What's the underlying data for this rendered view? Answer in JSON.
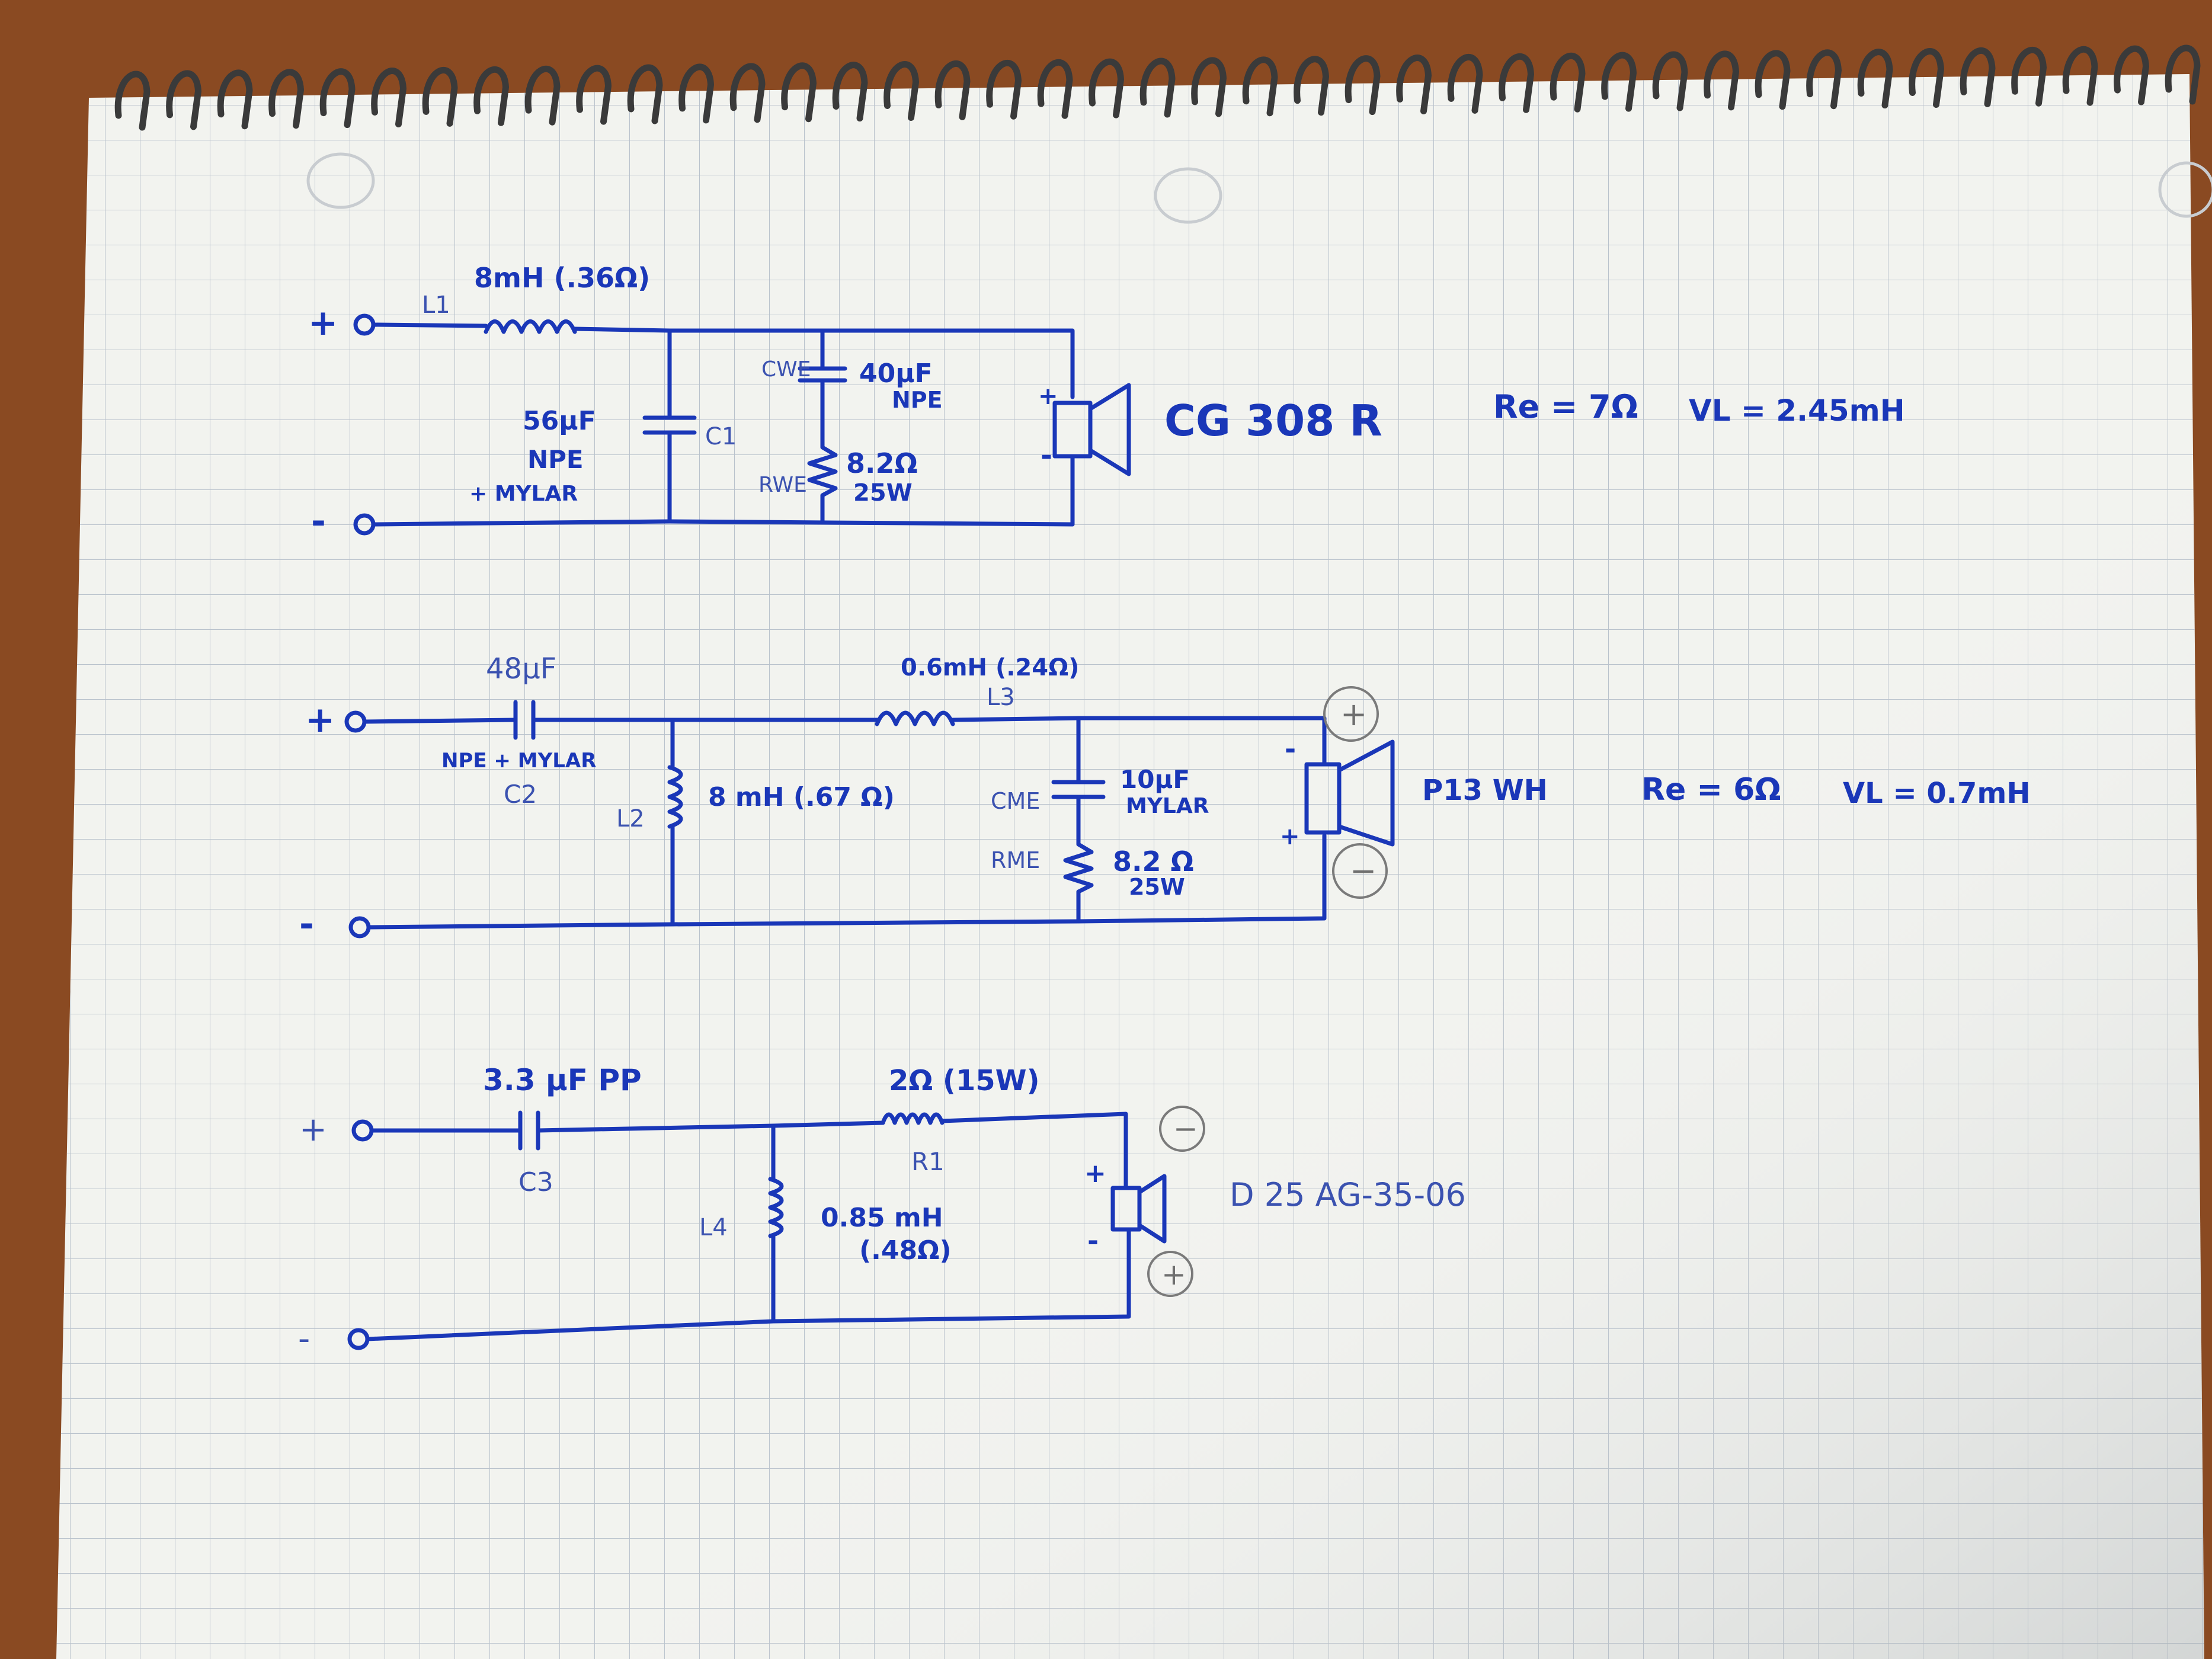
{
  "circuits": {
    "woofer": {
      "in_plus": "+",
      "in_minus": "-",
      "l1_value": "8mH (.36Ω)",
      "l1_ref": "L1",
      "c1_value": "56μF",
      "c1_type": "NPE",
      "c1_type2": "+ MYLAR",
      "c1_ref": "C1",
      "cwe_ref": "CWE",
      "cwe_value": "40μF",
      "cwe_type": "NPE",
      "rwe_ref": "RWE",
      "rwe_value": "8.2Ω",
      "rwe_power": "25W",
      "spk_plus": "+",
      "spk_minus": "-",
      "driver": "CG 308 R",
      "re": "Re = 7Ω",
      "vl": "VL = 2.45mH"
    },
    "mid": {
      "in_plus": "+",
      "in_minus": "-",
      "c2_value": "48μF",
      "c2_type": "NPE + MYLAR",
      "c2_ref": "C2",
      "l2_ref": "L2",
      "l2_value": "8 mH (.67 Ω)",
      "l3_value": "0.6mH (.24Ω)",
      "l3_ref": "L3",
      "cme_ref": "CME",
      "cme_value": "10μF",
      "cme_type": "MYLAR",
      "rme_ref": "RME",
      "rme_value": "8.2 Ω",
      "rme_power": "25W",
      "spk_minus": "-",
      "spk_plus": "+",
      "pencil_top": "+",
      "pencil_bottom": "−",
      "driver": "P13 WH",
      "re": "Re = 6Ω",
      "vl": "VL = 0.7mH"
    },
    "tweeter": {
      "in_plus": "+",
      "in_minus": "-",
      "c3_value": "3.3 μF PP",
      "c3_ref": "C3",
      "r1_value": "2Ω (15W)",
      "r1_ref": "R1",
      "l4_ref": "L4",
      "l4_value": "0.85 mH",
      "l4_res": "(.48Ω)",
      "spk_plus": "+",
      "spk_minus": "-",
      "pencil_top": "−",
      "pencil_bottom": "+",
      "driver": "D 25 AG-35-06"
    }
  },
  "colors": {
    "ink": "#1a37b8",
    "paper": "#f2f3ef",
    "grid": "#b9c2cc",
    "desk": "#8a4a22"
  }
}
